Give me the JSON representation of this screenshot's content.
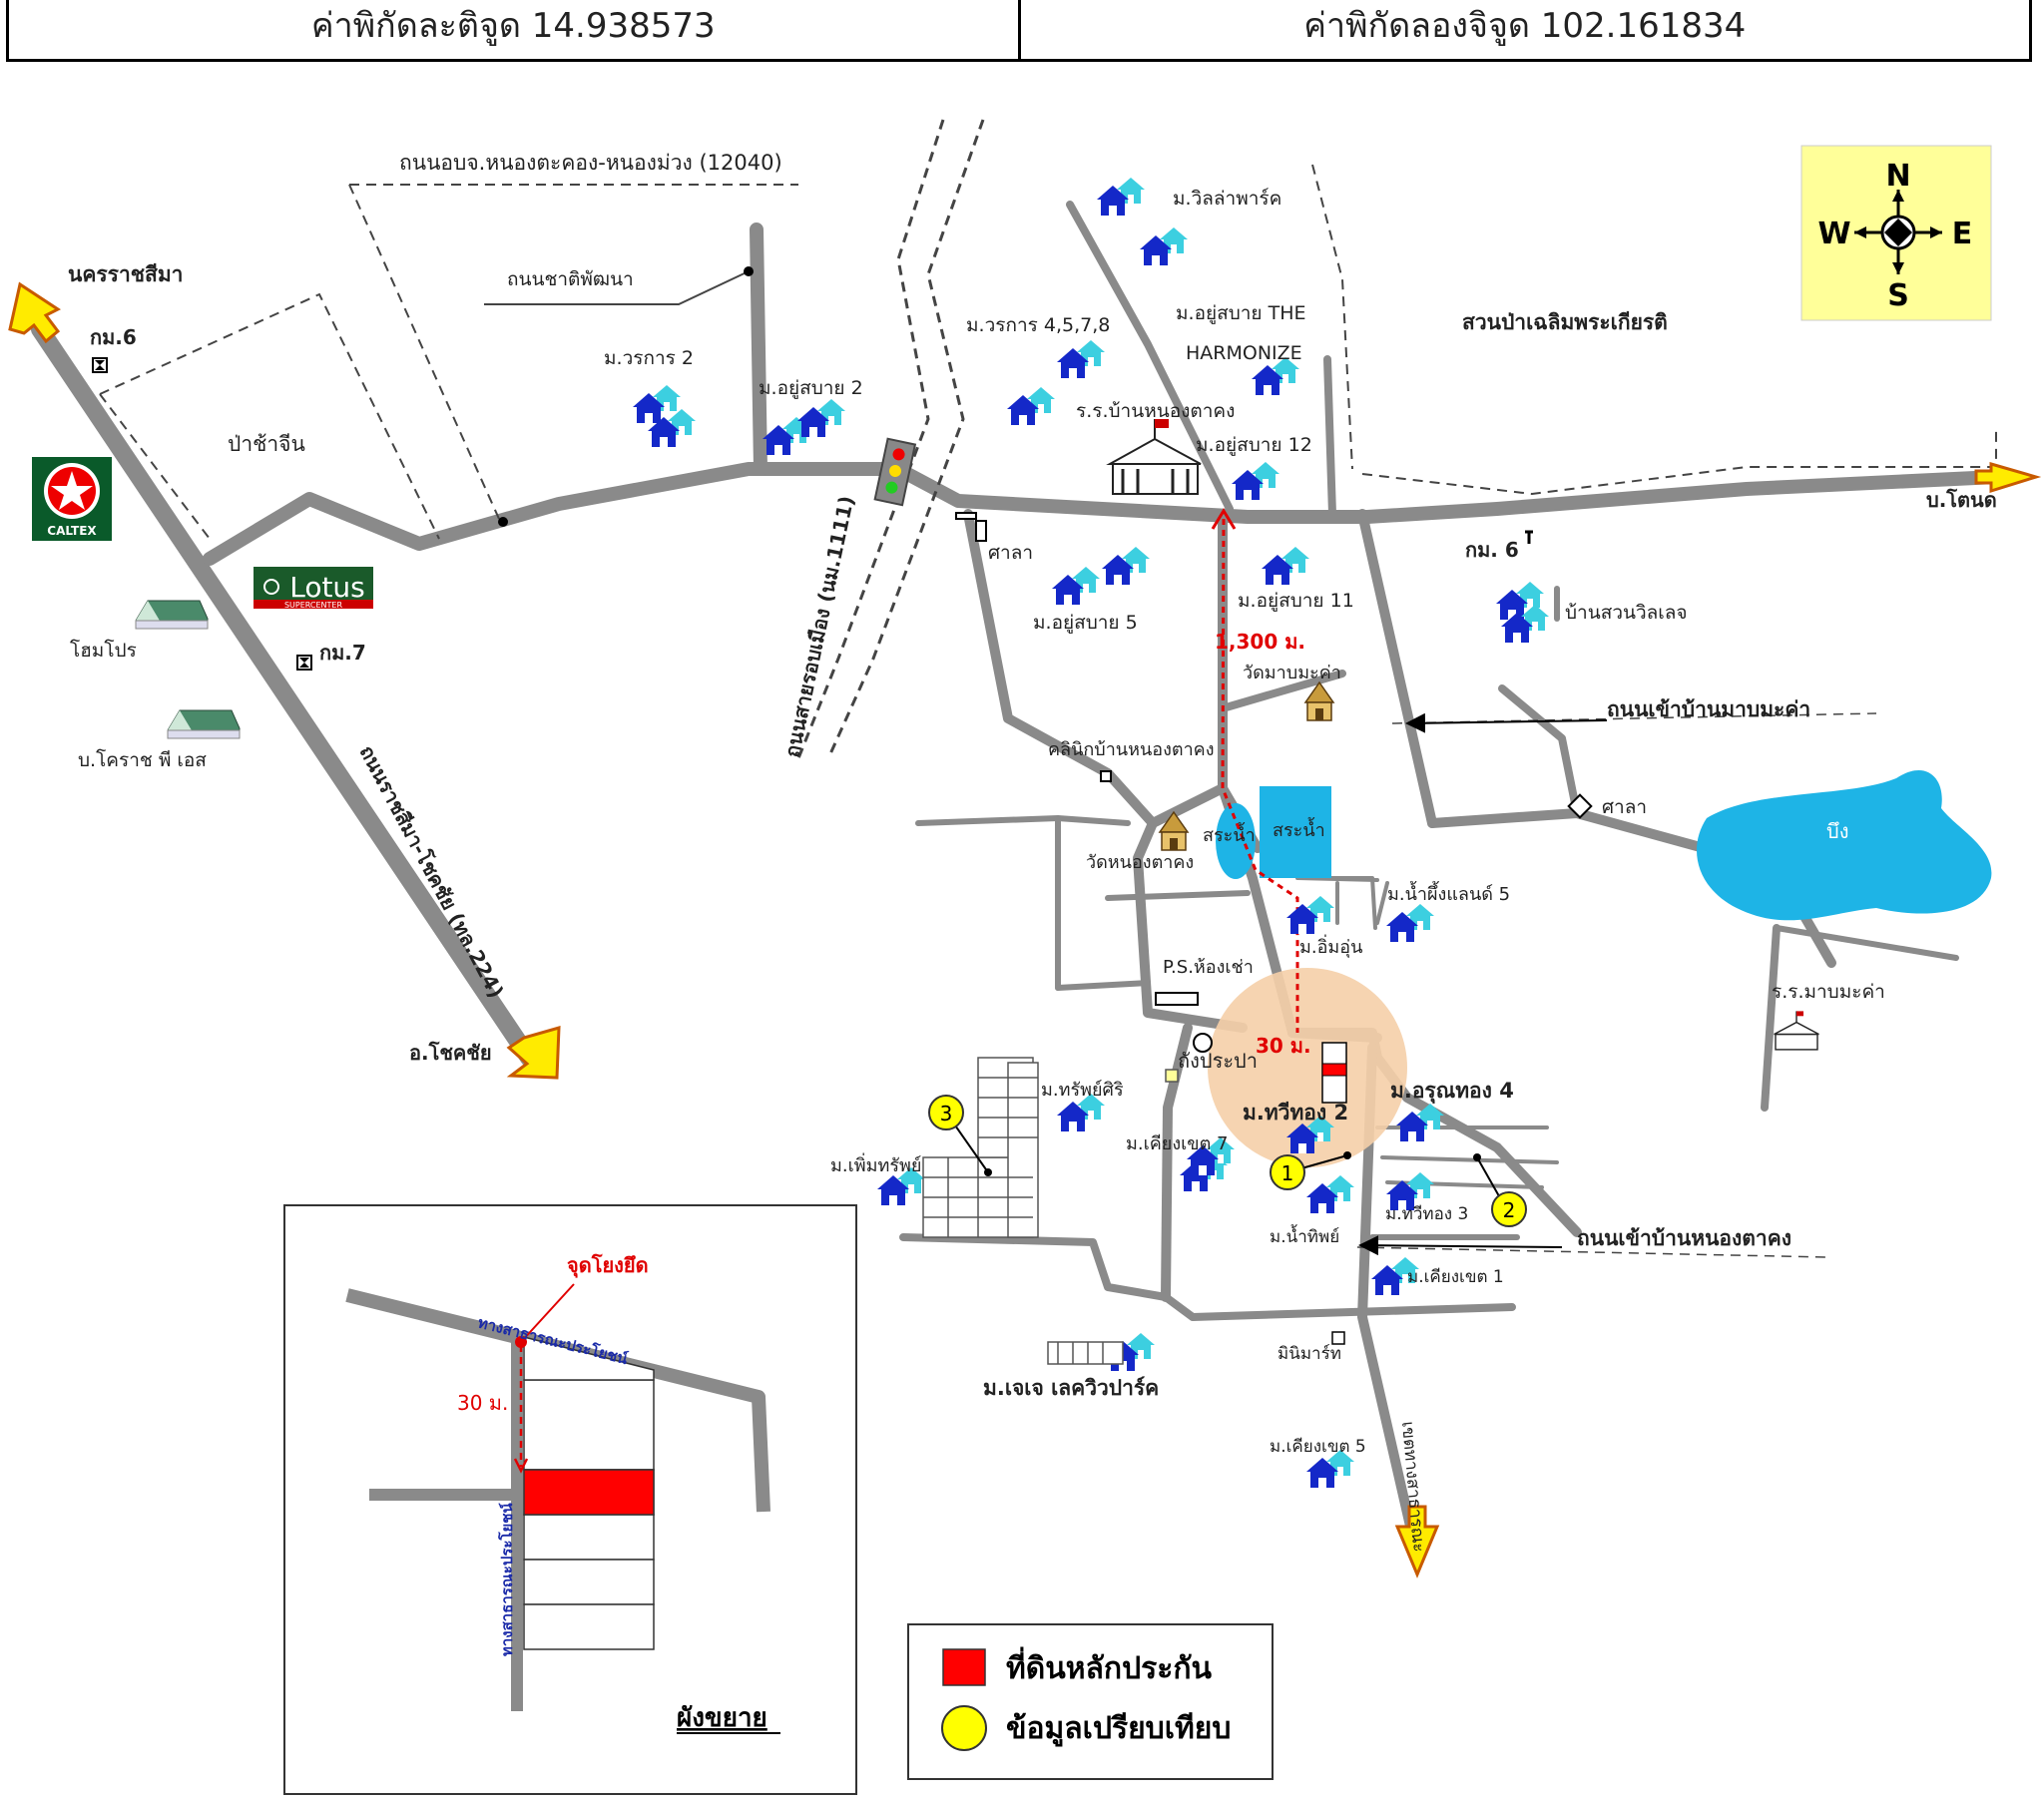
{
  "header": {
    "latitude": "ค่าพิกัดละติจูด 14.938573",
    "longitude": "ค่าพิกัดลองจิจูด 102.161834"
  },
  "compass": {
    "n": "N",
    "s": "S",
    "e": "E",
    "w": "W"
  },
  "brands": {
    "caltex": "CALTEX",
    "lotus": "Lotus",
    "lotus_sub": "SUPERCENTER"
  },
  "labels": {
    "road_12040": "ถนนอบจ.หนองตะคอง-หนองม่วง (12040)",
    "road_chat": "ถนนชาติพัฒนา",
    "nakhon": "นครราชสีมา",
    "km6_left": "กม.6",
    "pa_cha_chin": "ป่าช้าจีน",
    "homepro": "โฮมโปร",
    "km7": "กม.7",
    "korat_pees": "บ.โคราช พี เอส",
    "road_224": "ถนนราชสีมา-โชคชัย (ทล.224)",
    "chokchai": "อ.โชคชัย",
    "worakan2": "ม.วรการ 2",
    "yusabai2": "ม.อยู่สบาย 2",
    "ring_road": "ถนนสายรอบเมือง (นม.1111)",
    "villa_park": "ม.วิลล่าพาร์ค",
    "worakan4578": "ม.วรการ 4,5,7,8",
    "harmonize1": "ม.อยู่สบาย THE",
    "harmonize2": "HARMONIZE",
    "school": "ร.ร.บ้านหนองตาคง",
    "yusabai12": "ม.อยู่สบาย 12",
    "suan_pa": "สวนป่าเฉลิมพระเกียรติ",
    "ban_tanot": "บ.โตนด",
    "km6_right": "กม. 6",
    "sala1": "ศาลา",
    "yusabai5": "ม.อยู่สบาย 5",
    "yusabai11": "ม.อยู่สบาย 11",
    "suan_wilet": "บ้านสวนวิลเลจ",
    "dist_1300": "1,300 ม.",
    "wat_maprakham": "วัดมาบมะค่า",
    "road_maprakham": "ถนนเข้าบ้านมาบมะค่า",
    "clinic": "คลินิกบ้านหนองตาคง",
    "sala2": "ศาลา",
    "bueng": "บึง",
    "pond1": "สระน้ำ",
    "pond2": "สระน้ำ",
    "wat_nongtakhong": "วัดหนองตาคง",
    "namphueng5": "ม.น้ำผึ้งแลนด์ 5",
    "im_un": "ม.อิ่มอุ่น",
    "ps_room": "P.S.ห้องเช่า",
    "school_maprakham": "ร.ร.มาบมะค่า",
    "water_tank": "ถังประปา",
    "dist_30": "30 ม.",
    "sapsiri": "ม.ทรัพย์ศิริ",
    "thaweethong2": "ม.ทวีทอง 2",
    "aranthong4": "ม.อรุณทอง 4",
    "khiangkhet7": "ม.เคียงเขต 7",
    "permsap": "ม.เพิ่มทรัพย์",
    "thaweethong3": "ม.ทวีทอง 3",
    "namthip": "ม.น้ำทิพย์",
    "road_nongtakhong": "ถนนเข้าบ้านหนองตาคง",
    "khiangkhet1": "ม.เคียงเขต 1",
    "minimart": "มินิมาร์ท",
    "jj_lake": "ม.เจเจ เลควิวปาร์ค",
    "khiangkhet5": "ม.เคียงเขต 5",
    "public_road": "เขตทางสาธารณะ"
  },
  "markers": [
    "1",
    "2",
    "3"
  ],
  "inset": {
    "anchor": "จุดโยงยึด",
    "dist": "30 ม.",
    "road_top": "ทางสาธารณะประโยชน์",
    "road_left": "ทางสาธารณะประโยชน์",
    "title": "ผังขยาย"
  },
  "legend": {
    "collateral": "ที่ดินหลักประกัน",
    "comparison": "ข้อมูลเปรียบเทียบ"
  },
  "colors": {
    "road": "#8a8a8a",
    "house": "#1428c8",
    "house_light": "#3ccfe0",
    "water": "#1eb4e6",
    "collateral": "#ff0000",
    "marker": "#ffff00",
    "route": "#e00000",
    "highlight": "#f5cfa8"
  }
}
